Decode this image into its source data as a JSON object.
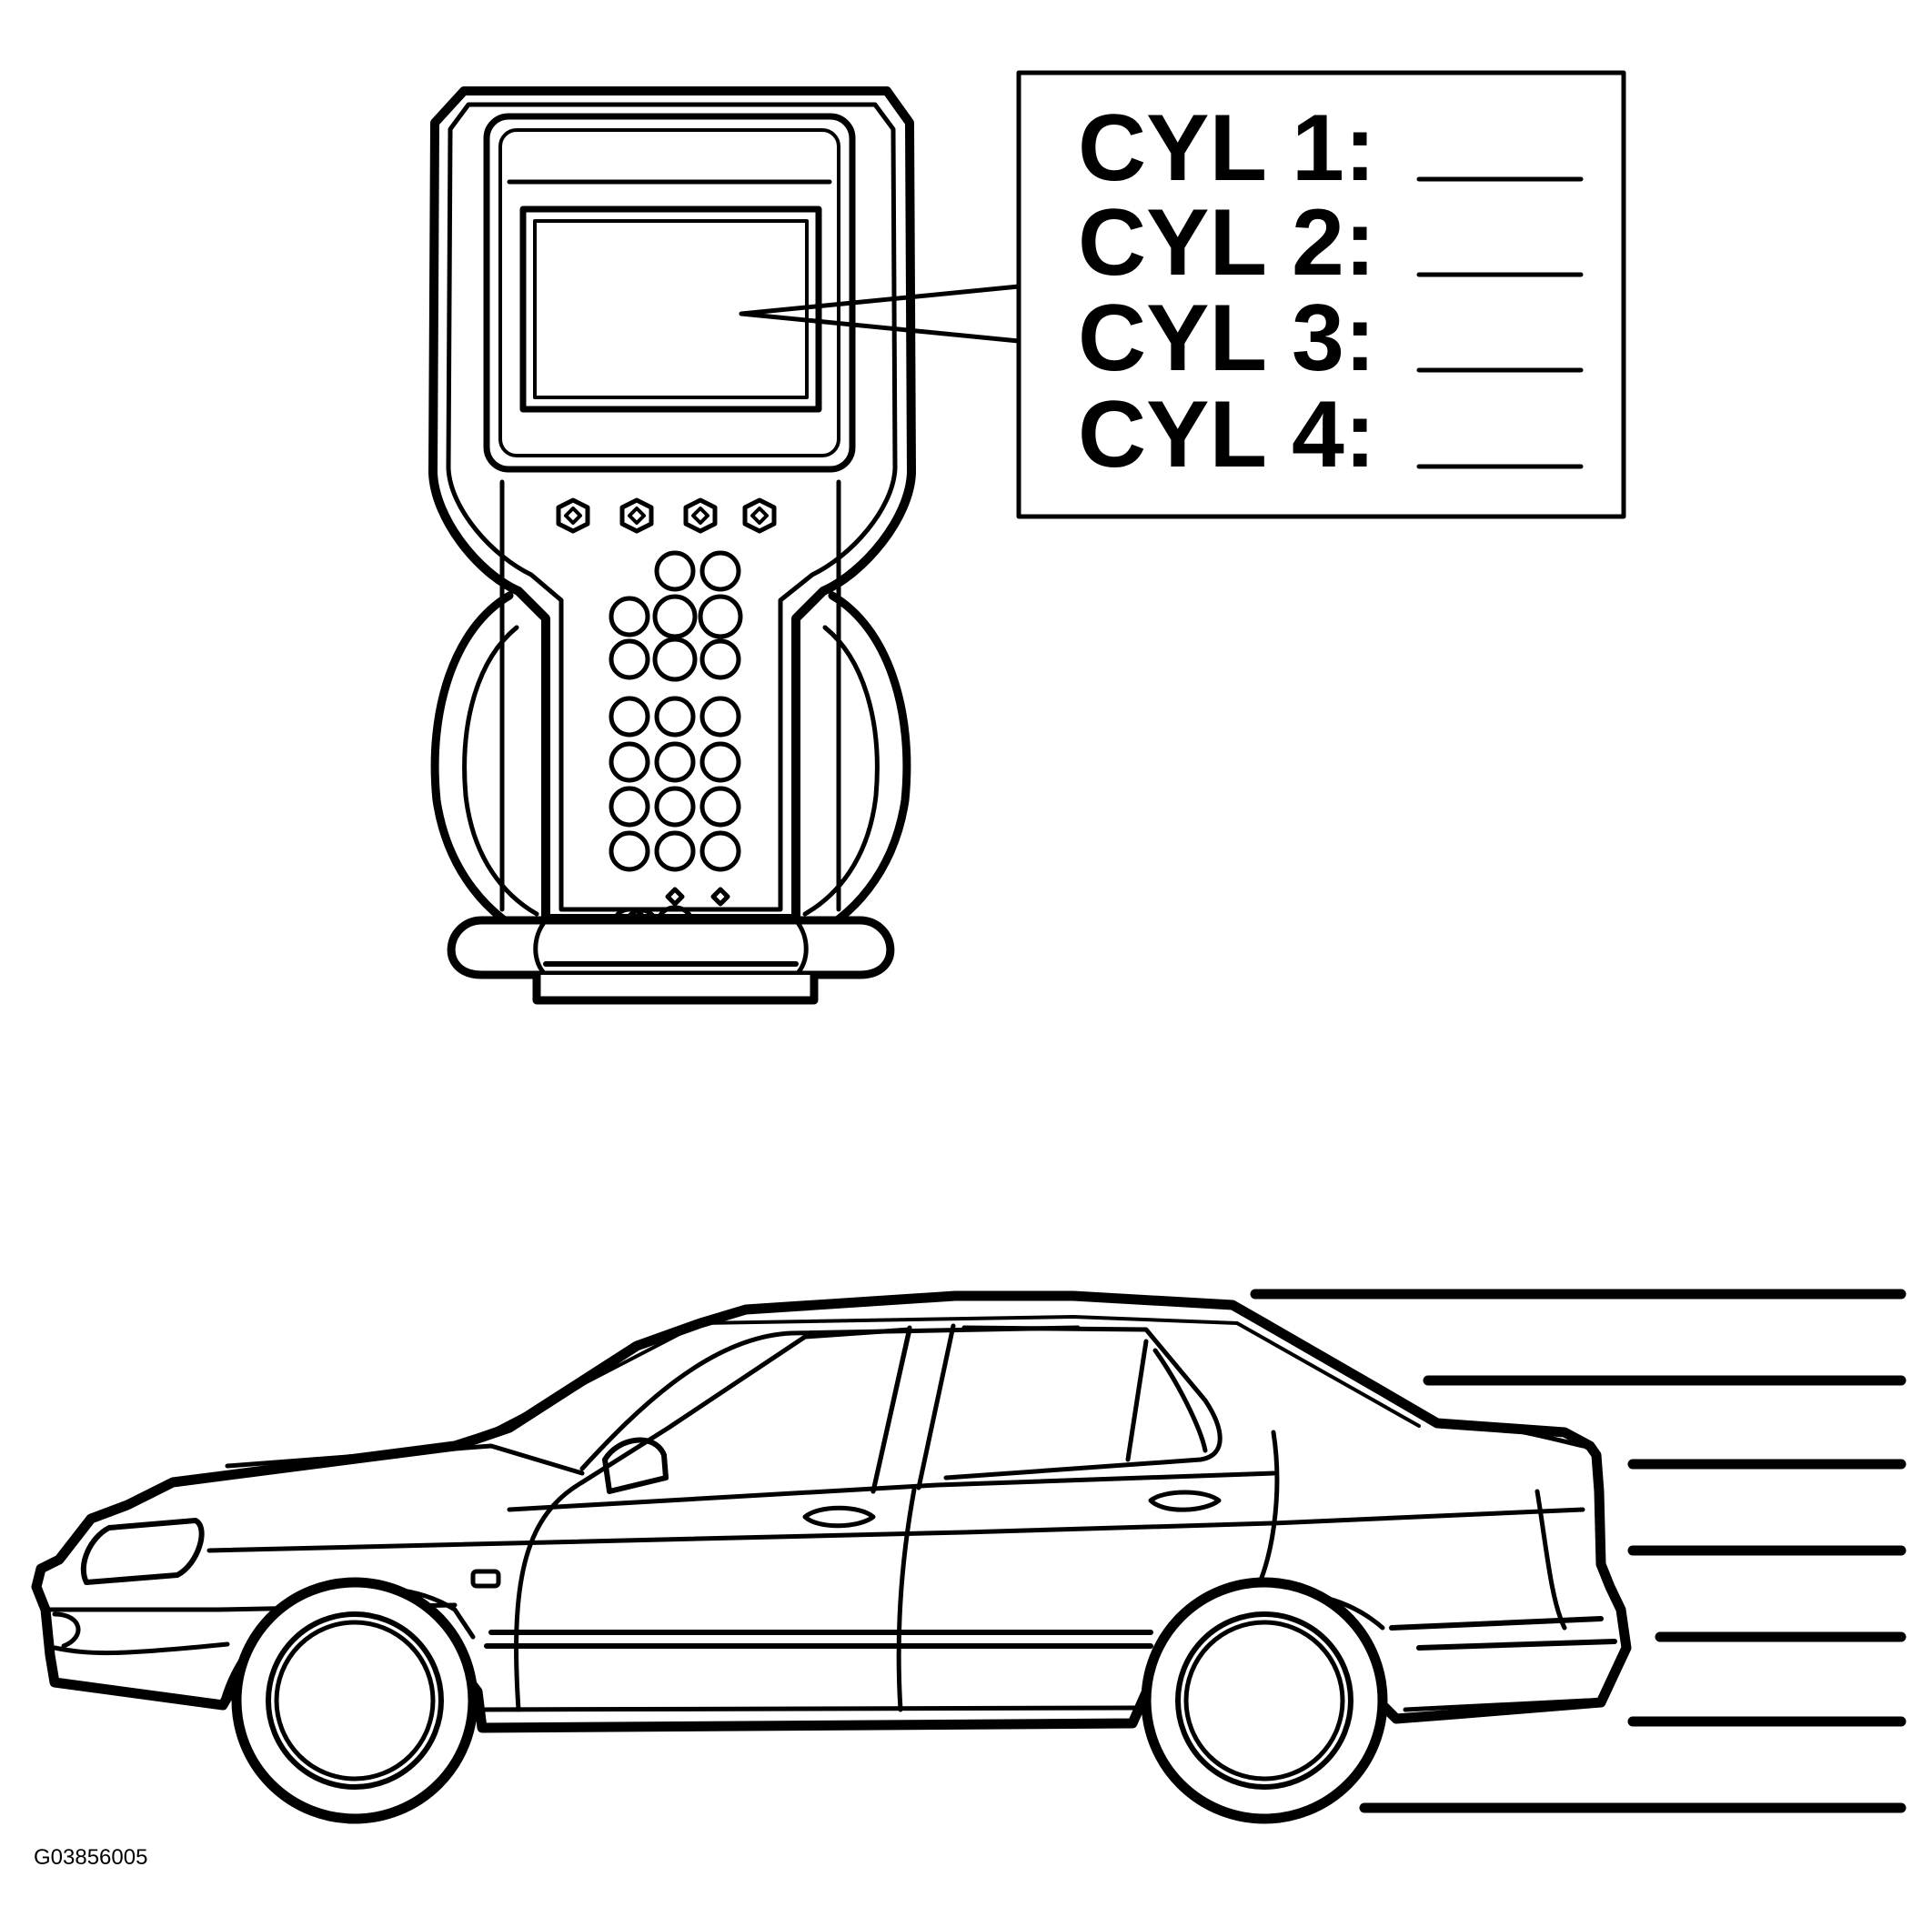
{
  "callout": {
    "lines": [
      {
        "label": "CYL 1:"
      },
      {
        "label": "CYL 2:"
      },
      {
        "label": "CYL 3:"
      },
      {
        "label": "CYL 4:"
      }
    ]
  },
  "figure_code": "G03856005",
  "colors": {
    "ink": "#000000",
    "background": "#ffffff"
  },
  "icons": {
    "scan_tool": "handheld-scan-tool-icon",
    "vehicle": "sedan-side-view-icon",
    "motion": "motion-lines-icon"
  }
}
